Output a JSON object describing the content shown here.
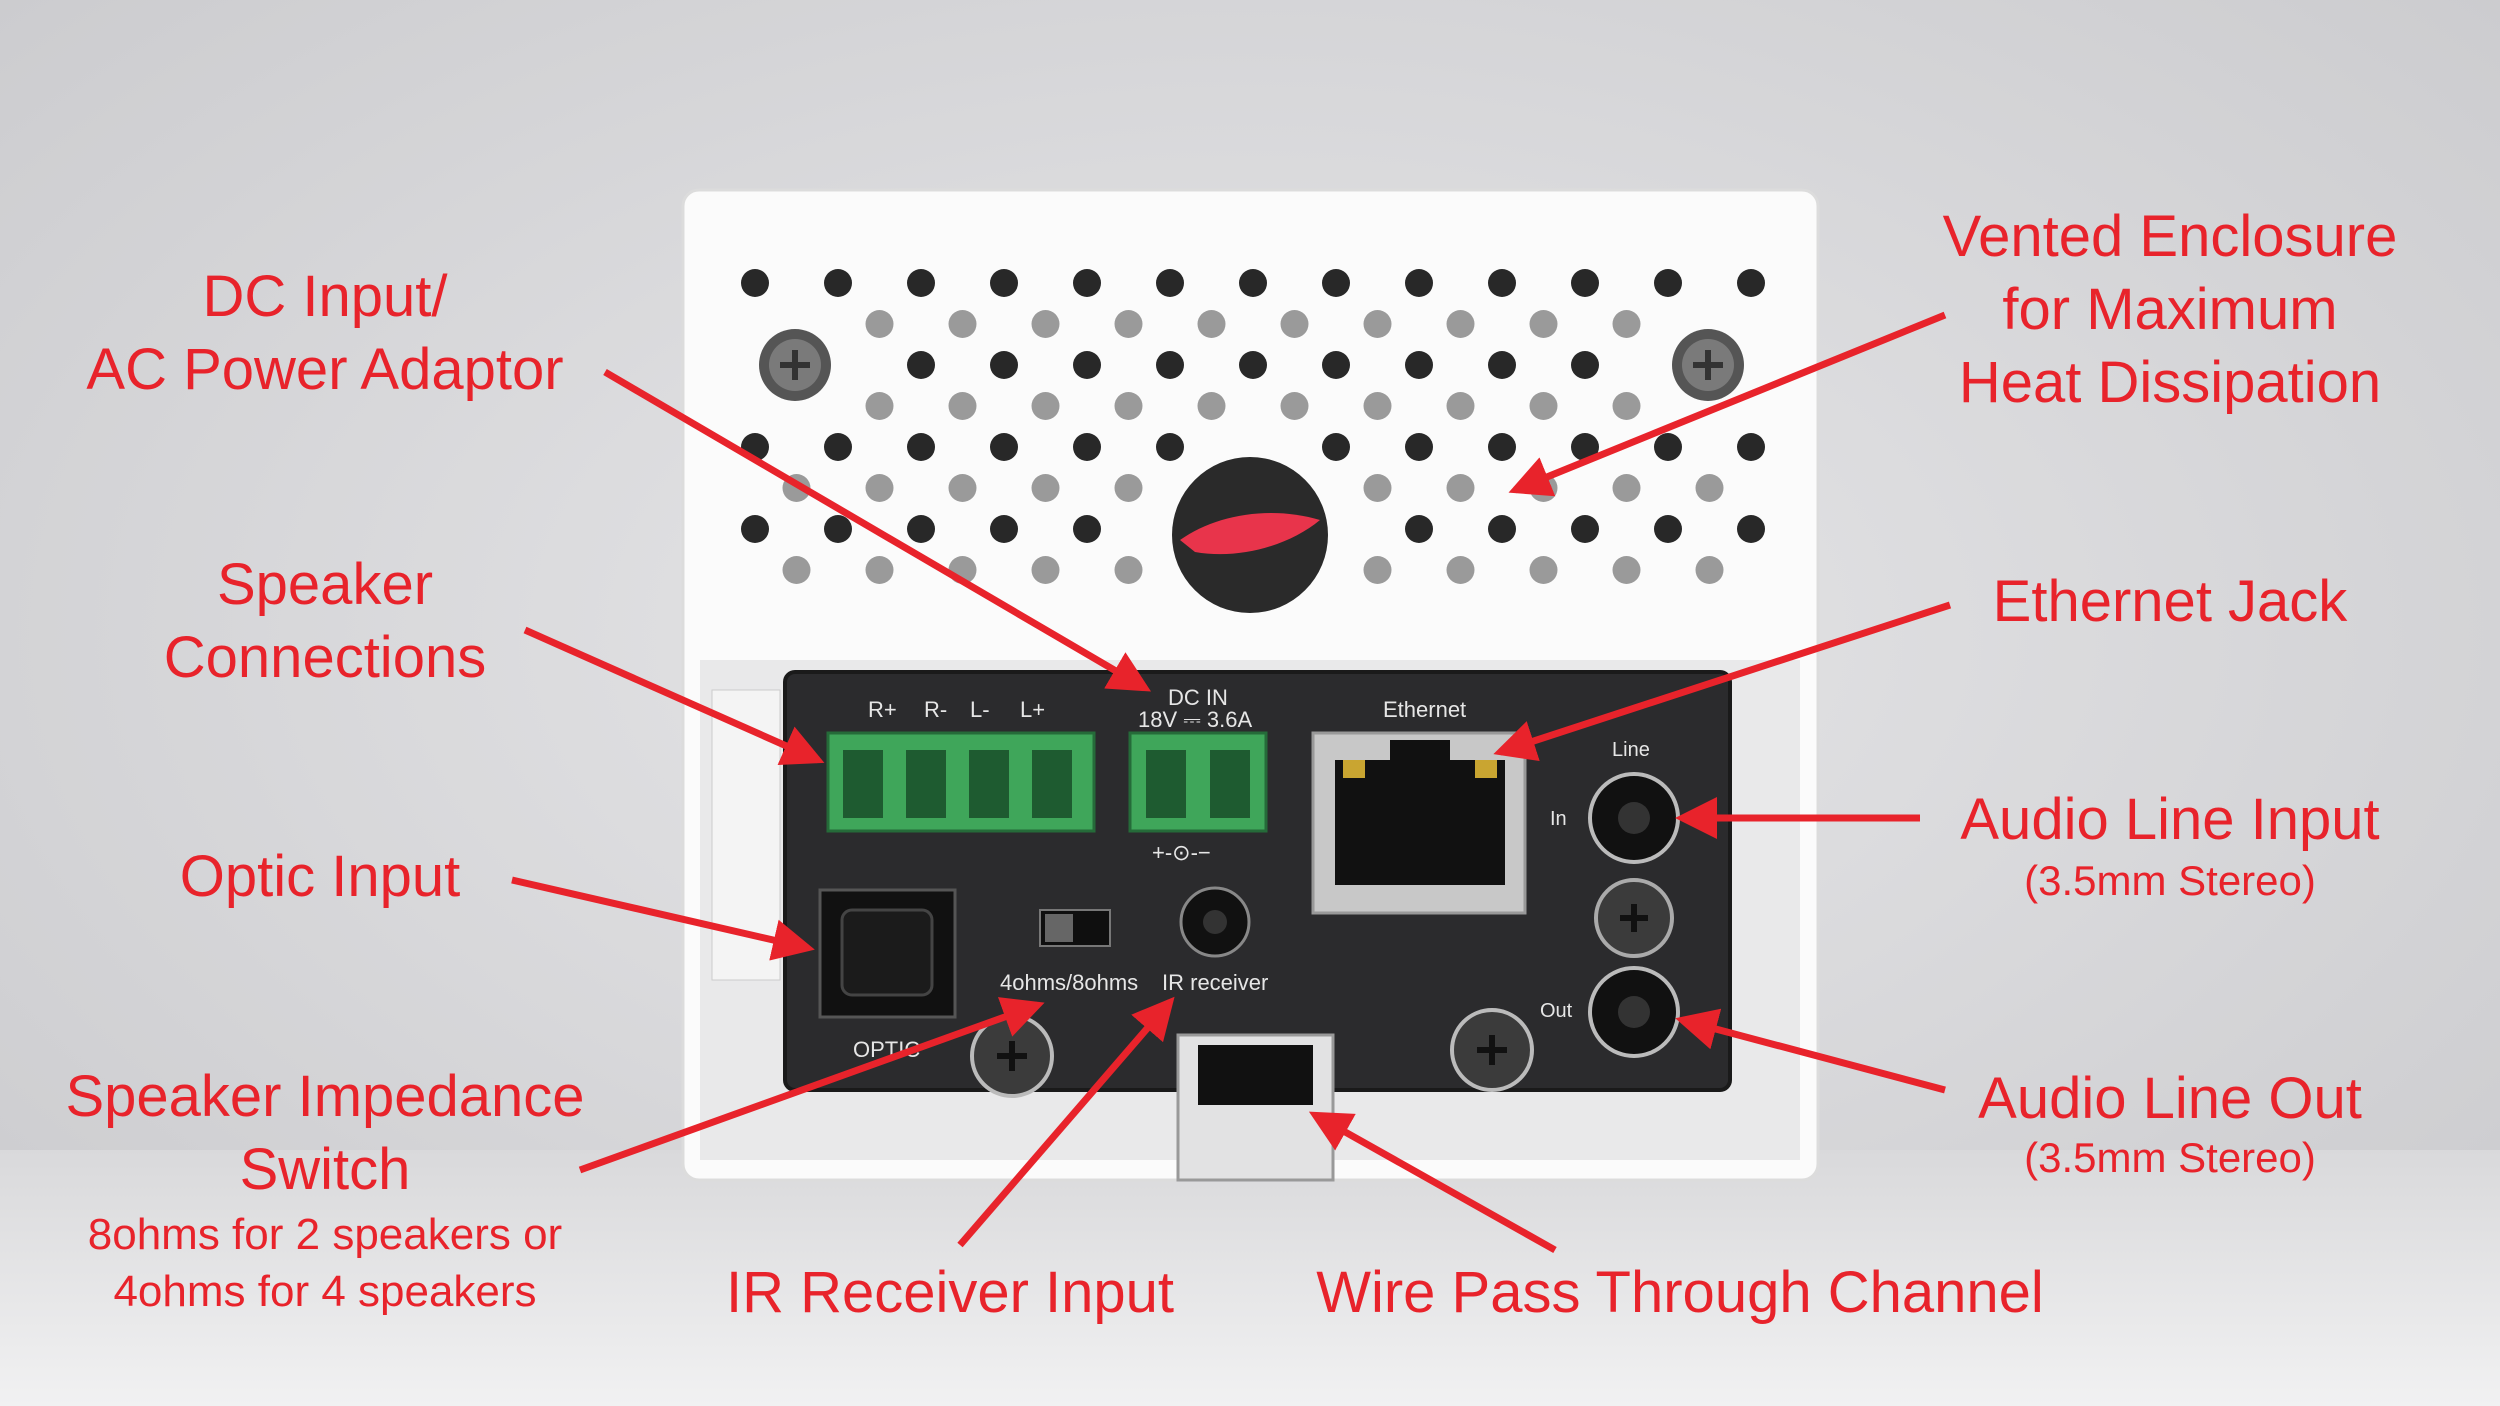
{
  "callouts": {
    "dc_input": [
      "DC Input/",
      "AC Power Adaptor"
    ],
    "speaker_connections": [
      "Speaker",
      "Connections"
    ],
    "optic_input": "Optic Input",
    "impedance_switch": [
      "Speaker Impedance",
      "Switch"
    ],
    "impedance_note": [
      "8ohms for 2 speakers or",
      "4ohms for 4 speakers"
    ],
    "ir_receiver_input": "IR Receiver Input",
    "wire_pass": "Wire Pass Through Channel",
    "vented_enclosure": [
      "Vented Enclosure",
      "for Maximum",
      "Heat Dissipation"
    ],
    "ethernet_jack": "Ethernet Jack",
    "audio_line_input": "Audio Line Input",
    "audio_line_input_sub": "(3.5mm Stereo)",
    "audio_line_out": "Audio Line Out",
    "audio_line_out_sub": "(3.5mm Stereo)"
  },
  "panel_labels": {
    "r_plus": "R+",
    "r_minus": "R-",
    "l_minus": "L-",
    "l_plus": "L+",
    "dc_in": "DC IN",
    "dc_rating": "18V ⎓ 3.6A",
    "polarity": "+-⊙-−",
    "ethernet": "Ethernet",
    "line": "Line",
    "in": "In",
    "out": "Out",
    "ohms": "4ohms/8ohms",
    "ir_receiver": "IR receiver",
    "optic": "OPTIC"
  },
  "colors": {
    "callout_red": "#e8232b",
    "background": "#d8d8da",
    "panel": "#2b2b2d",
    "terminal_green": "#3fa65a"
  }
}
